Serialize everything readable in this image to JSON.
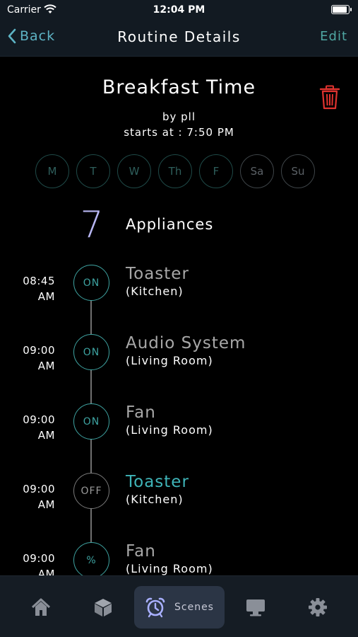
{
  "status_bar": {
    "carrier": "Carrier",
    "time": "12:04 PM"
  },
  "nav": {
    "back_label": "Back",
    "title": "Routine Details",
    "edit_label": "Edit"
  },
  "routine": {
    "title": "Breakfast Time",
    "by": "by pll",
    "starts": "starts at : 7:50 PM"
  },
  "days": [
    "M",
    "T",
    "W",
    "Th",
    "F",
    "Sa",
    "Su"
  ],
  "appliances": {
    "count": "7",
    "label": "Appliances"
  },
  "timeline": [
    {
      "time": "08:45",
      "ampm": "AM",
      "state": "ON",
      "name": "Toaster",
      "room": "(Kitchen)"
    },
    {
      "time": "09:00",
      "ampm": "AM",
      "state": "ON",
      "name": "Audio System",
      "room": "(Living Room)"
    },
    {
      "time": "09:00",
      "ampm": "AM",
      "state": "ON",
      "name": "Fan",
      "room": "(Living Room)"
    },
    {
      "time": "09:00",
      "ampm": "AM",
      "state": "OFF",
      "name": "Toaster",
      "room": "(Kitchen)"
    },
    {
      "time": "09:00",
      "ampm": "AM",
      "state": "%",
      "name": "Fan",
      "room": "(Living Room)"
    }
  ],
  "tabbar": {
    "active_label": "Scenes"
  },
  "colors": {
    "accent": "#3ea3a1",
    "delete": "#e0332f",
    "count": "#b7b6f2"
  }
}
